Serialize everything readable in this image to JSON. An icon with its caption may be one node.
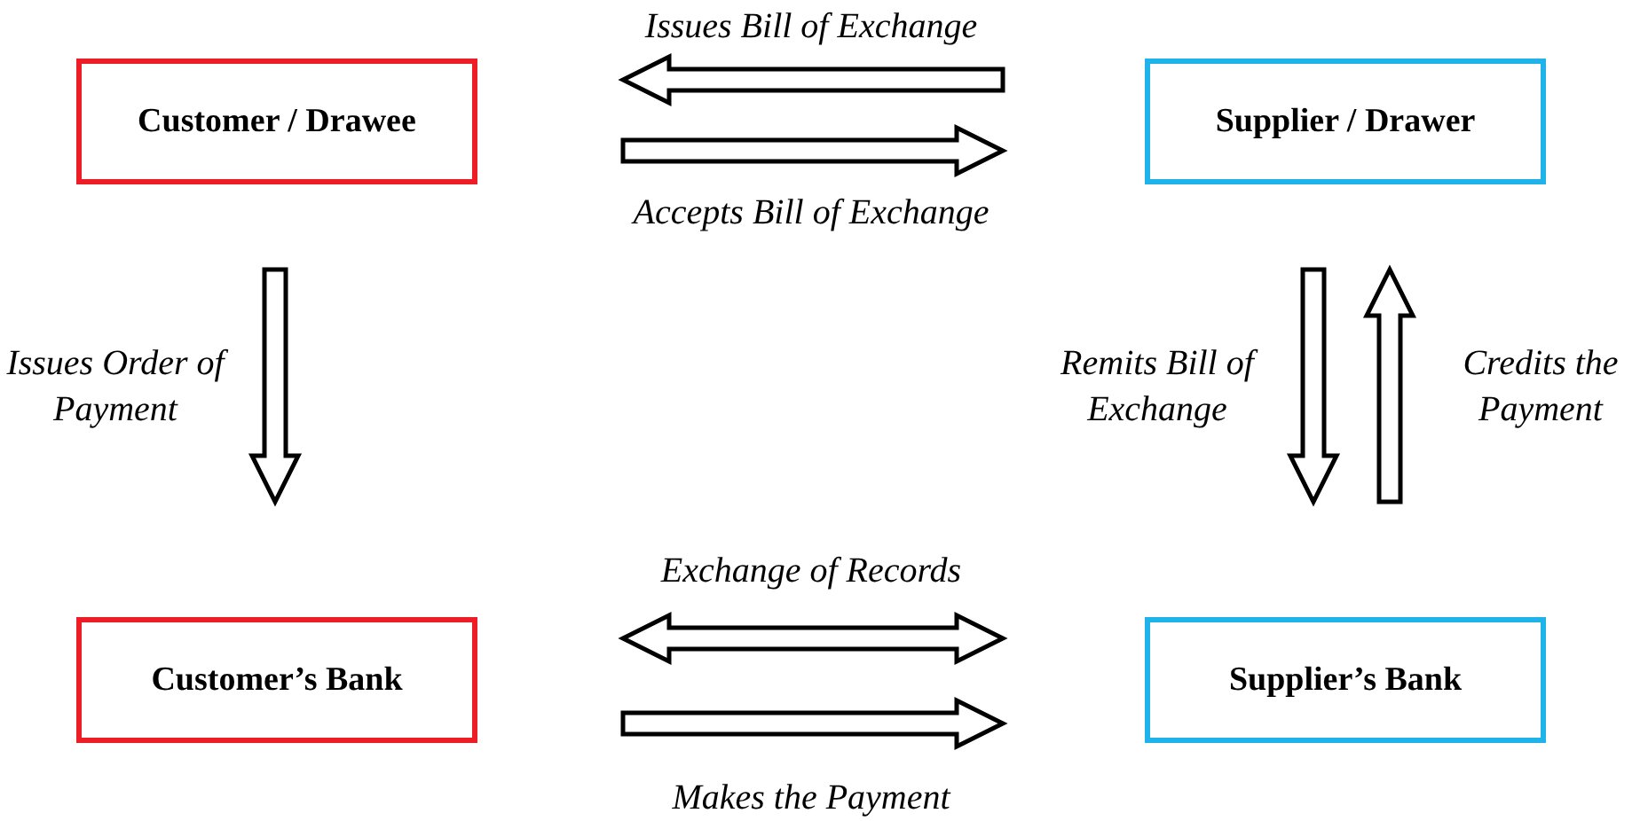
{
  "diagram": {
    "nodes": [
      {
        "text": [
          "Customer / Drawee"
        ]
      },
      {
        "text": [
          "Supplier / Drawer"
        ]
      },
      {
        "text": [
          "Customer’s Bank"
        ]
      },
      {
        "text": [
          "Supplier’s Bank"
        ]
      }
    ],
    "edges": [
      {
        "from": 1,
        "to": 0,
        "arrow": "to",
        "label": "Issues Bill of Exchange"
      },
      {
        "from": 0,
        "to": 1,
        "arrow": "to",
        "label": "Accepts Bill of Exchange"
      },
      {
        "from": 0,
        "to": 2,
        "arrow": "to",
        "label": "Issues Order of Payment"
      },
      {
        "from": 1,
        "to": 3,
        "arrow": "to",
        "label": "Remits Bill of Exchange"
      },
      {
        "from": 3,
        "to": 1,
        "arrow": "to",
        "label": "Credits the Payment"
      },
      {
        "from": 2,
        "to": 3,
        "arrow": "both",
        "label": "Exchange of Records"
      },
      {
        "from": 2,
        "to": 3,
        "arrow": "to",
        "label": "Makes the Payment"
      }
    ]
  }
}
